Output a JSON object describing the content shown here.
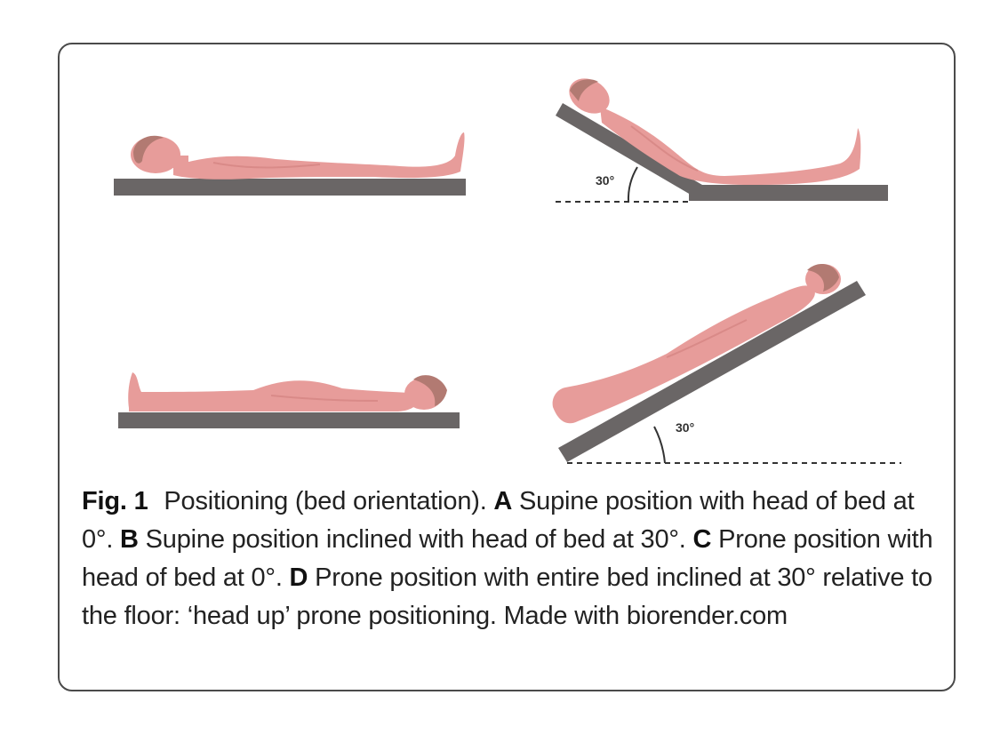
{
  "colors": {
    "skin": "#e79c9a",
    "skin_shadow": "#d98a88",
    "hair": "#b27a72",
    "bed": "#6a6666",
    "frame": "#4a4a4a",
    "dash": "#333333"
  },
  "panels": [
    {
      "id": "A",
      "position": "supine",
      "bed_angle_deg": 0
    },
    {
      "id": "B",
      "position": "supine",
      "bed_angle_deg": 30,
      "angle_label": "30°"
    },
    {
      "id": "C",
      "position": "prone",
      "bed_angle_deg": 0
    },
    {
      "id": "D",
      "position": "prone",
      "bed_angle_deg": 30,
      "angle_label": "30°"
    }
  ],
  "caption": {
    "fig_label": "Fig. 1",
    "title": "Positioning (bed orientation).",
    "parts": [
      {
        "label": "A",
        "text": "Supine position with head of bed at 0°."
      },
      {
        "label": "B",
        "text": "Supine position inclined with head of bed at 30°."
      },
      {
        "label": "C",
        "text": "Prone position with head of bed at 0°."
      },
      {
        "label": "D",
        "text": "Prone position with entire bed inclined at 30° relative to the floor: ‘head up’ prone positioning. Made with biorender.com"
      }
    ]
  }
}
